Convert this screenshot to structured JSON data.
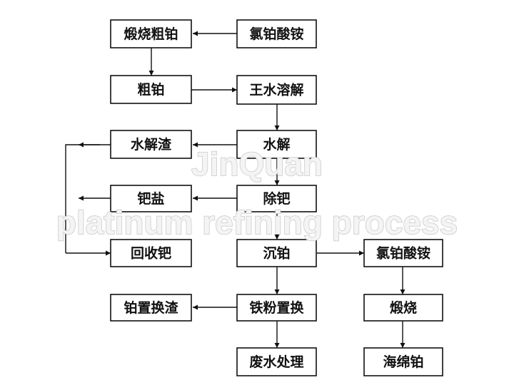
{
  "colors": {
    "stroke": "#111111",
    "background": "#ffffff",
    "watermark_fill": "#f4f4f4",
    "watermark_stroke": "#c8c8c8"
  },
  "watermark": {
    "line1": "JinQuan",
    "line2": "platinum refining process"
  },
  "nodes": [
    {
      "id": "calcine-crude",
      "label": "煅烧粗铂"
    },
    {
      "id": "ammonium-chloroplatinate-top",
      "label": "氯铂酸铵"
    },
    {
      "id": "crude-platinum",
      "label": "粗铂"
    },
    {
      "id": "aqua-regia",
      "label": "王水溶解"
    },
    {
      "id": "hydrolysis-residue",
      "label": "水解渣"
    },
    {
      "id": "hydrolysis",
      "label": "水解"
    },
    {
      "id": "palladium-salt",
      "label": "钯盐"
    },
    {
      "id": "remove-palladium",
      "label": "除钯"
    },
    {
      "id": "recover-palladium",
      "label": "回收钯"
    },
    {
      "id": "precipitate-platinum",
      "label": "沉铂"
    },
    {
      "id": "ammonium-chloroplatinate-right",
      "label": "氯铂酸铵"
    },
    {
      "id": "platinum-replacement-residue",
      "label": "铂置换渣"
    },
    {
      "id": "iron-powder-replacement",
      "label": "铁粉置换"
    },
    {
      "id": "calcine",
      "label": "煅烧"
    },
    {
      "id": "wastewater-treatment",
      "label": "废水处理"
    },
    {
      "id": "sponge-platinum",
      "label": "海绵铂"
    }
  ]
}
